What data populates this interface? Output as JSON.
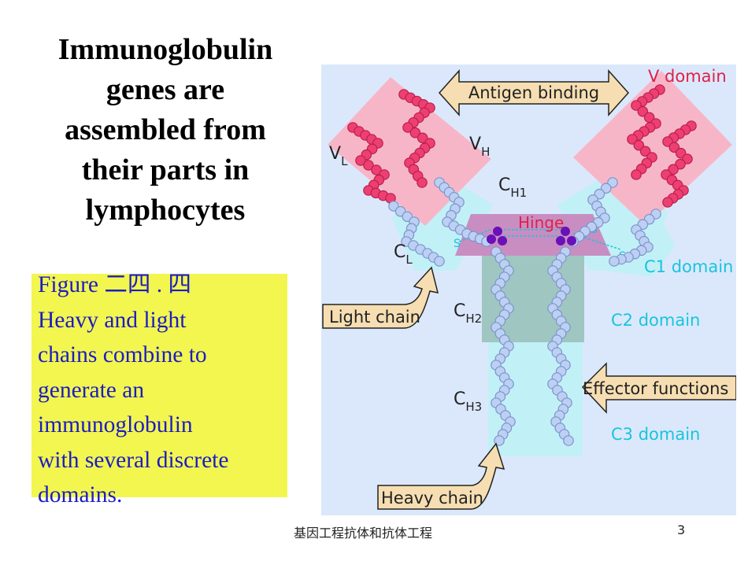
{
  "title_lines": [
    "Immunoglobulin",
    "genes are",
    "assembled from",
    "their parts in",
    "lymphocytes"
  ],
  "caption_lines": [
    "Figure  二四 . 四",
    "Heavy and light",
    "chains combine to",
    "generate an",
    "immunoglobulin",
    "with several discrete",
    "domains."
  ],
  "figure": {
    "antigen_binding": "Antigen binding",
    "v_domain": "V domain",
    "c1_domain": "C1 domain",
    "c2_domain": "C2 domain",
    "c3_domain": "C3 domain",
    "hinge": "Hinge",
    "light_chain": "Light chain",
    "heavy_chain": "Heavy chain",
    "effector_functions": "Effector functions",
    "vl": "V",
    "vl_sub": "L",
    "vh": "V",
    "vh_sub": "H",
    "ch1": "C",
    "ch1_sub": "H1",
    "cl": "C",
    "cl_sub": "L",
    "ch2": "C",
    "ch2_sub": "H2",
    "ch3": "C",
    "ch3_sub": "H3",
    "ss": "S",
    "colors": {
      "background": "#dbe8fb",
      "v_domain": "#f7b6c8",
      "c1_domain": "#c2f0f7",
      "c2_domain": "#9fc6c1",
      "c3_domain": "#c2f0f7",
      "hinge": "#c88ec2",
      "arrow": "#f6deb2",
      "label_cyan": "#18c4de",
      "hinge_text": "#e0204a"
    }
  },
  "footer": {
    "center": "基因工程抗体和抗体工程",
    "page": "3"
  }
}
